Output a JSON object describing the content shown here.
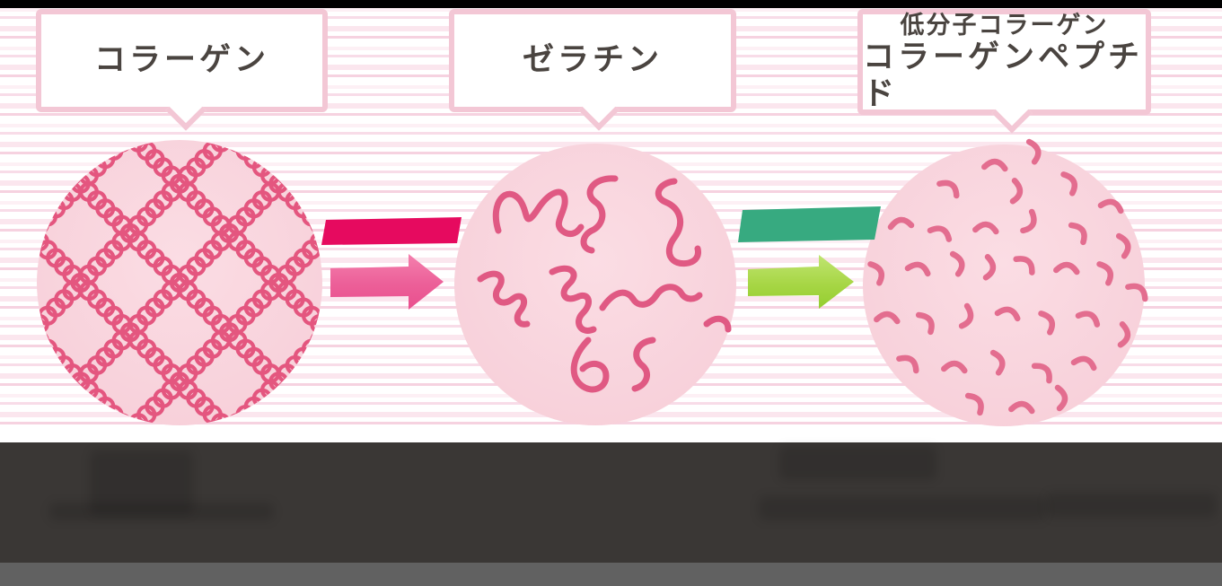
{
  "diagram_title": "collagen-to-peptide-process",
  "stages": [
    {
      "id": "collagen",
      "label": "コラーゲン",
      "illustration": "coil-lattice"
    },
    {
      "id": "gelatin",
      "label": "ゼラチン",
      "illustration": "loose-strands"
    },
    {
      "id": "peptide",
      "label_lines": [
        "低分子コラーゲン",
        "コラーゲンペプチド"
      ],
      "illustration": "short-fragments"
    }
  ],
  "transitions": [
    {
      "from": "collagen",
      "to": "gelatin",
      "band_color": "#e60a5f",
      "arrow_color": "#ee5f9b"
    },
    {
      "from": "gelatin",
      "to": "peptide",
      "band_color": "#37aa80",
      "arrow_color": "#a7d645"
    }
  ],
  "colors": {
    "circle_fill": "#f8d4db",
    "circle_fill_light": "#fbdde4",
    "strand": "#e4567f",
    "squiggle": "#e05983",
    "dash": "#e36d8f",
    "bubble_border": "#f3c7d5",
    "label_text": "#4a4440",
    "top_bar": "#000000",
    "redacted_panel": "#3a3735",
    "footer_panel": "#616161"
  }
}
